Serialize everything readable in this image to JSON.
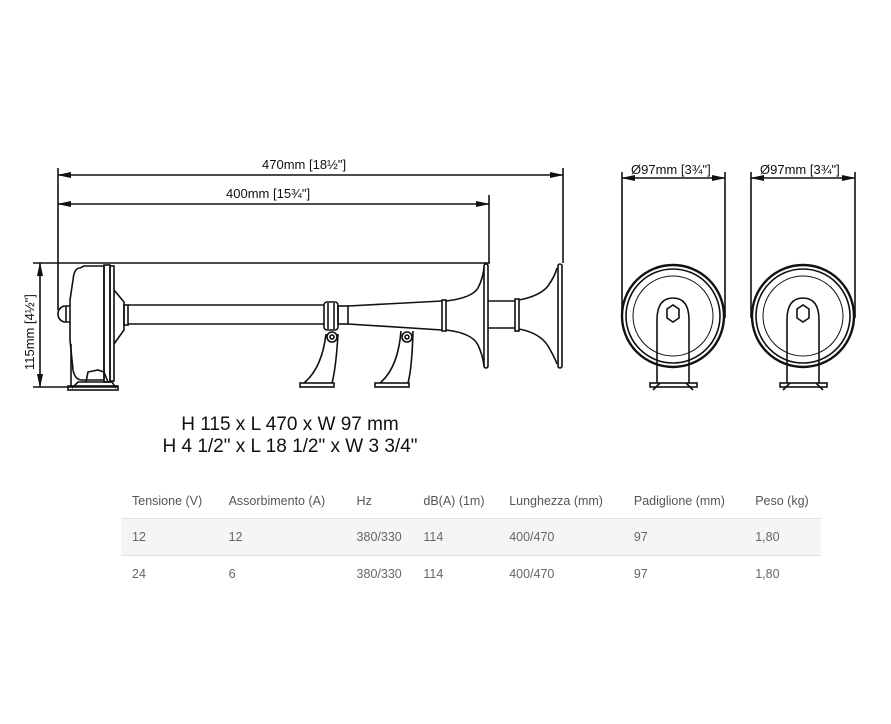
{
  "drawing": {
    "side_view": {
      "overall_length": "470mm",
      "overall_length_inch": "18½\"",
      "bell_length": "400mm",
      "bell_length_inch": "15¾\"",
      "height": "115mm",
      "height_inch": "4½\""
    },
    "front_views": [
      {
        "diameter_symbol": "Ø",
        "diameter": "97mm",
        "diameter_inch": "3¾\""
      },
      {
        "diameter_symbol": "Ø",
        "diameter": "97mm",
        "diameter_inch": "3¾\""
      }
    ]
  },
  "size_caption": {
    "metric": "H 115 x L 470 x W 97 mm",
    "imperial": "H 4 1/2\" x L 18 1/2\" x W 3 3/4\""
  },
  "specs_table": {
    "headers": [
      "Tensione (V)",
      "Assorbimento (A)",
      "Hz",
      "dB(A) (1m)",
      "Lunghezza (mm)",
      "Padiglione (mm)",
      "Peso (kg)"
    ],
    "rows": [
      [
        "12",
        "12",
        "380/330",
        "114",
        "400/470",
        "97",
        "1,80"
      ],
      [
        "24",
        "6",
        "380/330",
        "114",
        "400/470",
        "97",
        "1,80"
      ]
    ]
  },
  "colors": {
    "line": "#111111",
    "table_text": "#666666",
    "row_highlight": "#f5f5f5",
    "row_border": "#e2e2e2"
  }
}
